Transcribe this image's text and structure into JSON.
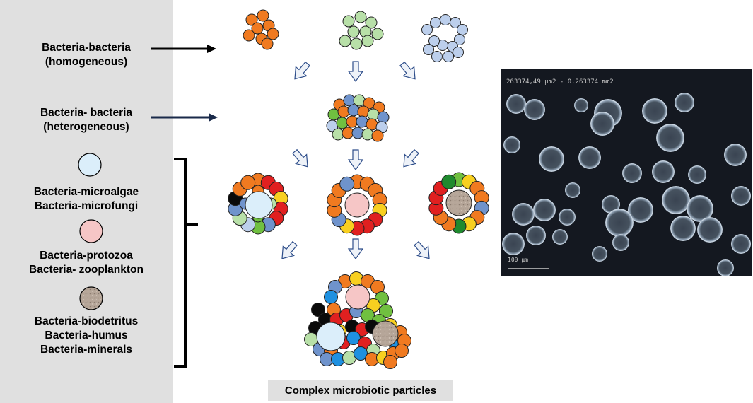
{
  "left_panel": {
    "label_bb_homogeneous": "Bacteria-bacteria\n(homogeneous)",
    "label_bb_heterogeneous": "Bacteria- bacteria\n(heterogeneous)",
    "label_microalgae": "Bacteria-microalgae\nBacteria-microfungi",
    "label_protozoa": "Bacteria-protozoa\nBacteria- zooplankton",
    "label_detritus": "Bacteria-biodetritus\nBacteria-humus\nBacteria-minerals"
  },
  "footer": {
    "label": "Complex microbiotic particles"
  },
  "micrograph": {
    "measurement": "263374,49 µm2 - 0.263374 mm2",
    "scale": "100 µm"
  },
  "colors": {
    "orange": "#f07a20",
    "light_green": "#b8e0a8",
    "light_blue": "#bccfec",
    "blue_steel": "#6f93cc",
    "medium_green": "#70c040",
    "dark_green": "#1f8a2e",
    "red": "#e02020",
    "yellow": "#f8d020",
    "bright_blue": "#1e90e0",
    "black": "#0a0a0a",
    "microalgae": "#dbeefa",
    "protozoa": "#f6c6c6",
    "detritus": "#b6a699",
    "panel_gray": "#e0e0e0",
    "arrow_outline": "#2d4d8a"
  }
}
